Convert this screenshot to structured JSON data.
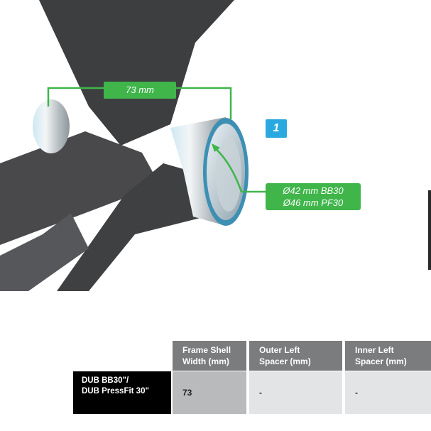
{
  "illustration": {
    "shell_width_label": "73 mm",
    "diameter_labels": [
      "Ø42 mm BB30",
      "Ø46 mm PF30"
    ],
    "step_number": "1",
    "colors": {
      "dimension_green": "#3fb54a",
      "step_blue": "#29a9e0",
      "frame_dark": "#4a4b4d"
    }
  },
  "table": {
    "headers": [
      {
        "line1": "Frame Shell",
        "line2": "Width (mm)"
      },
      {
        "line1": "Outer Left",
        "line2": "Spacer (mm)"
      },
      {
        "line1": "Inner Left",
        "line2": "Spacer (mm)"
      }
    ],
    "rows": [
      {
        "label_line1": "DUB BB30\"/",
        "label_line2": "DUB PressFit 30\"",
        "cells": [
          "73",
          "-",
          "-"
        ]
      }
    ]
  }
}
